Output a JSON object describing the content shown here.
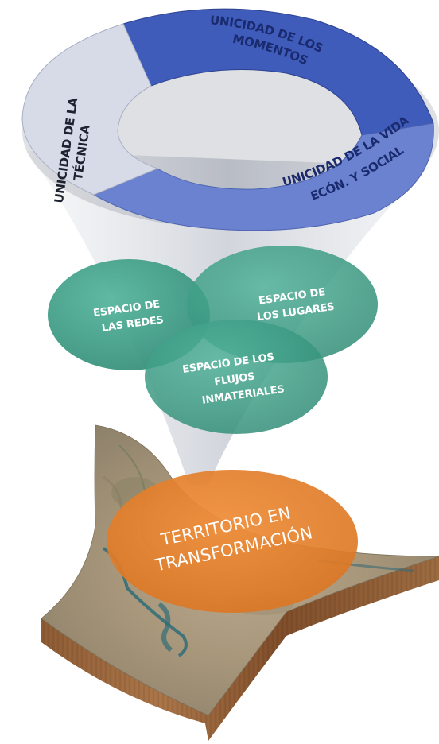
{
  "ring": {
    "segments": [
      {
        "label": "UNICIDAD DE LOS MOMENTOS",
        "line1": "UNICIDAD DE LOS",
        "line2": "MOMENTOS",
        "color": "#3f5cba"
      },
      {
        "label": "UNICIDAD DE LA VIDA ECÓN. Y SOCIAL",
        "line1": "UNICIDAD DE LA VIDA",
        "line2": "ECÓN. Y SOCIAL",
        "color": "#6b82d0"
      },
      {
        "label": "UNICIDAD DE LA TÉCNICA",
        "line1": "UNICIDAD DE LA",
        "line2": "TÉCNICA",
        "color": "#d7dbe8"
      }
    ]
  },
  "venn": {
    "circles": [
      {
        "label": "ESPACIO DE LAS REDES",
        "line1": "ESPACIO DE",
        "line2": "LAS REDES"
      },
      {
        "label": "ESPACIO DE LOS LUGARES",
        "line1": "ESPACIO DE",
        "line2": "LOS LUGARES"
      },
      {
        "label": "ESPACIO DE LOS FLUJOS INMATERIALES",
        "line1": "ESPACIO DE LOS",
        "line2": "FLUJOS",
        "line3": "INMATERIALES"
      }
    ],
    "color": "#3f9c86"
  },
  "territory": {
    "label": "TERRITORIO EN TRANSFORMACIÓN",
    "line1": "TERRITORIO EN",
    "line2": "TRANSFORMACIÓN",
    "color": "#e5812f"
  }
}
